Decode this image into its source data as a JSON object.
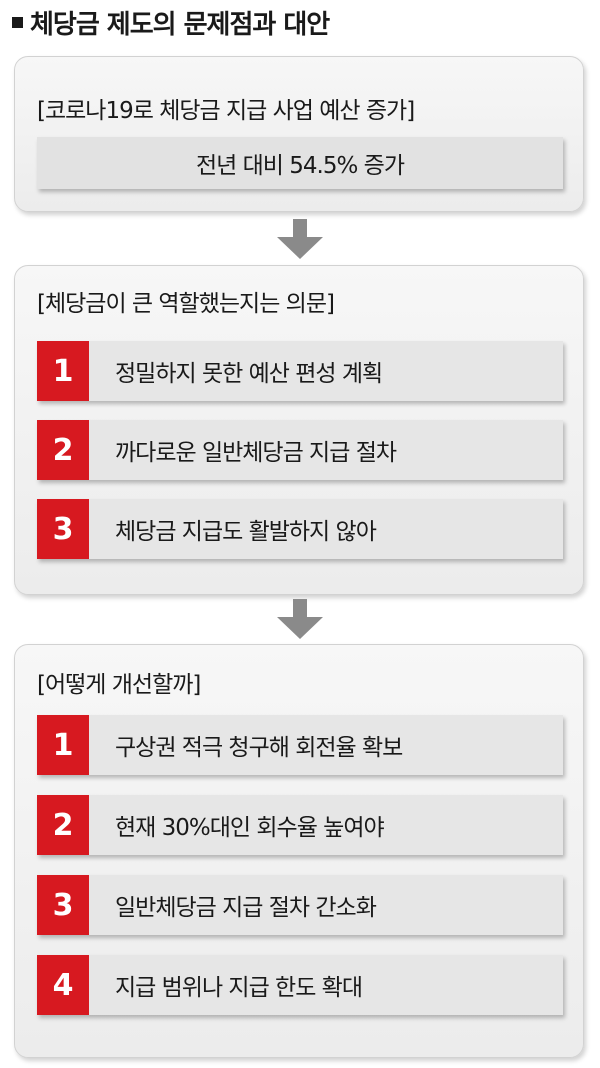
{
  "title": "체당금 제도의 문제점과 대안",
  "sections": [
    {
      "title": "[코로나19로 체당금 지급 사업 예산 증가]",
      "value": "전년 대비 54.5% 증가"
    },
    {
      "title": "[체당금이 큰 역할했는지는 의문]",
      "items": [
        {
          "num": "1",
          "text": "정밀하지 못한 예산 편성 계획"
        },
        {
          "num": "2",
          "text": "까다로운 일반체당금 지급 절차"
        },
        {
          "num": "3",
          "text": "체당금 지급도 활발하지 않아"
        }
      ]
    },
    {
      "title": "[어떻게 개선할까]",
      "items": [
        {
          "num": "1",
          "text": "구상권 적극 청구해 회전율 확보"
        },
        {
          "num": "2",
          "text": "현재 30%대인 회수율 높여야"
        },
        {
          "num": "3",
          "text": "일반체당금 지급 절차 간소화"
        },
        {
          "num": "4",
          "text": "지급 범위나 지급 한도 확대"
        }
      ]
    }
  ],
  "colors": {
    "accent": "#d71920",
    "arrow": "#8a8a8a"
  },
  "icons": {
    "title_marker": "square-bullet-icon",
    "connector": "down-arrow-icon"
  }
}
